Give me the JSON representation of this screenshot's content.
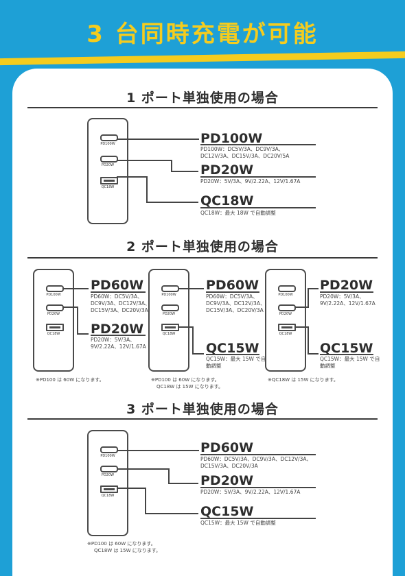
{
  "headline": "3 台同時充電が可能",
  "sections": {
    "one_port": {
      "title": "1 ポート単独使用の場合",
      "port_labels": [
        "PD100W",
        "PD20W",
        "QC18W"
      ],
      "entries": [
        {
          "name": "PD100W",
          "lines": [
            "PD100W：DC5V/3A、DC9V/3A、",
            "DC12V/3A、DC15V/3A、DC20V/5A"
          ]
        },
        {
          "name": "PD20W",
          "lines": [
            "PD20W：5V/3A、9V/2.22A、12V/1.67A"
          ]
        },
        {
          "name": "QC18W",
          "lines": [
            "QC18W：最大 18W で自動調整"
          ]
        }
      ]
    },
    "two_port": {
      "title": "2 ポート単独使用の場合",
      "port_labels": [
        "PD100W",
        "PD20W",
        "QC18W"
      ],
      "groups": [
        {
          "top": {
            "name": "PD60W",
            "lines": [
              "PD60W：DC5V/3A、",
              "DC9V/3A、DC12V/3A、",
              "DC15V/3A、DC20V/3A"
            ]
          },
          "bottom": {
            "name": "PD20W",
            "lines": [
              "PD20W：5V/3A、",
              "9V/2.22A、12V/1.67A"
            ]
          },
          "notes": [
            "※PD100 は 60W になります。"
          ]
        },
        {
          "top": {
            "name": "PD60W",
            "lines": [
              "PD60W：DC5V/3A、",
              "DC9V/3A、DC12V/3A、",
              "DC15V/3A、DC20V/3A"
            ]
          },
          "bottom": {
            "name": "QC15W",
            "lines": [
              "QC15W：最大 15W で自",
              "動調整"
            ]
          },
          "notes": [
            "※PD100 は 60W になります。",
            "QC18W は 15W になります。"
          ]
        },
        {
          "top": {
            "name": "PD20W",
            "lines": [
              "PD20W：5V/3A、",
              "9V/2.22A、12V/1.67A"
            ]
          },
          "bottom": {
            "name": "QC15W",
            "lines": [
              "QC15W：最大 15W で自",
              "動調整"
            ]
          },
          "notes": [
            "※QC18W は 15W になります。"
          ]
        }
      ]
    },
    "three_port": {
      "title": "3 ポート単独使用の場合",
      "port_labels": [
        "PD100W",
        "PD20W",
        "QC18W"
      ],
      "entries": [
        {
          "name": "PD60W",
          "lines": [
            "PD60W：DC5V/3A、DC9V/3A、DC12V/3A、",
            "DC15V/3A、DC20V/3A"
          ]
        },
        {
          "name": "PD20W",
          "lines": [
            "PD20W：5V/3A、9V/2.22A、12V/1.67A"
          ]
        },
        {
          "name": "QC15W",
          "lines": [
            "QC15W：最大 15W で自動調整"
          ]
        }
      ],
      "notes": [
        "※PD100 は 60W になります。",
        "QC18W は 15W になります。"
      ]
    }
  }
}
